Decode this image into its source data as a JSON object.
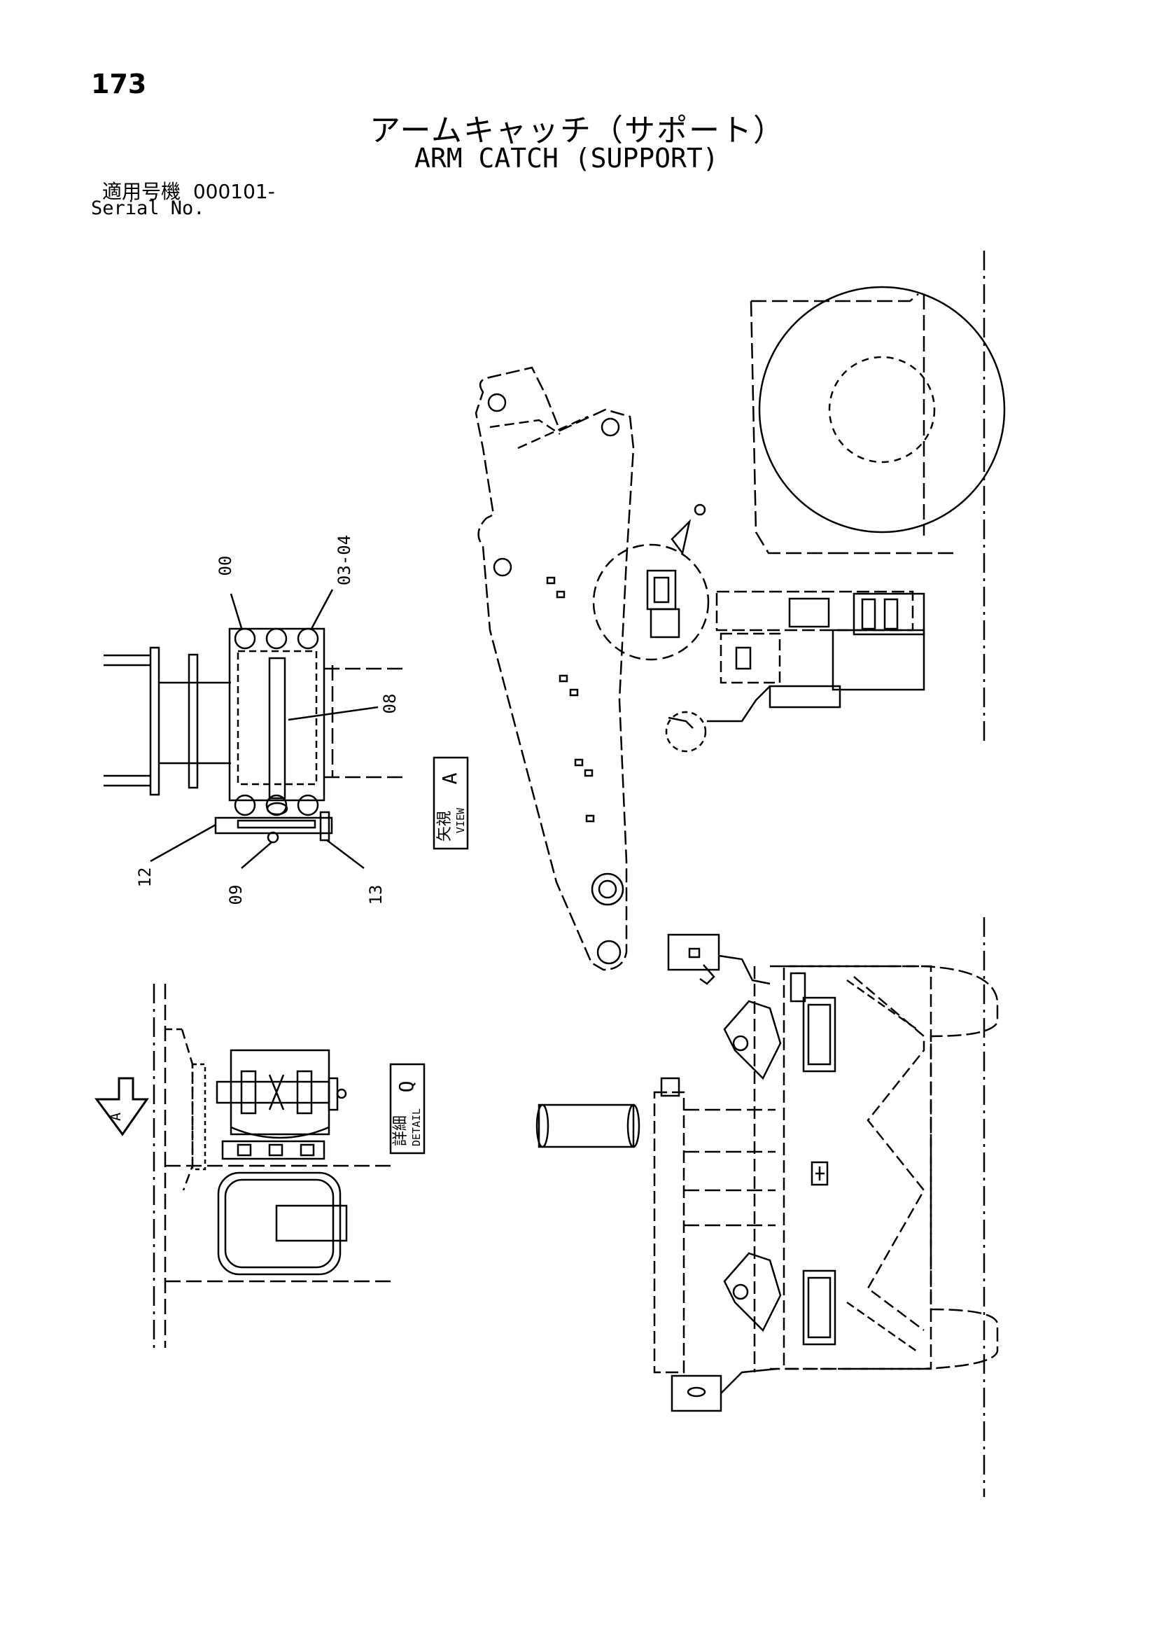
{
  "header": {
    "page_number": "173",
    "title_jp": "アームキャッチ（サポート）",
    "title_en": "ARM CATCH (SUPPORT)",
    "serial_label_jp": "適用号機",
    "serial_value": "000101-",
    "serial_label_en": "Serial No."
  },
  "callouts": {
    "c00": "00",
    "c0304": "03-04",
    "c08": "08",
    "c12": "12",
    "c09": "09",
    "c13": "13"
  },
  "view_label": {
    "jp": "矢視",
    "en": "VIEW",
    "letter": "A"
  },
  "detail_label": {
    "jp": "詳細",
    "en": "DETAIL",
    "letter": "Q"
  },
  "arrow_letter": "A",
  "colors": {
    "ink": "#000000",
    "paper": "#ffffff"
  }
}
